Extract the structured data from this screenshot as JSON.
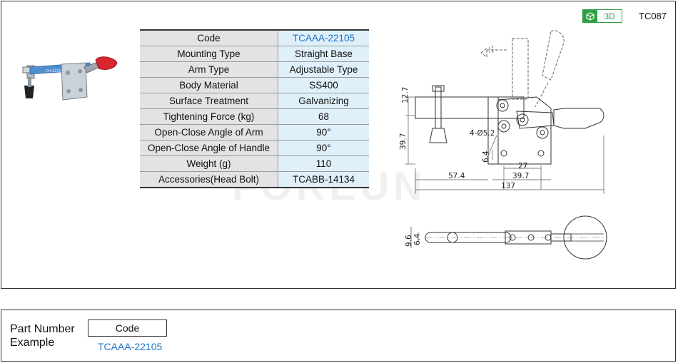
{
  "header": {
    "view3d_label": "3D",
    "series_code": "TC087"
  },
  "specs": [
    {
      "key": "Code",
      "value": "TCAAA-22105"
    },
    {
      "key": "Mounting Type",
      "value": "Straight Base"
    },
    {
      "key": "Arm Type",
      "value": "Adjustable Type"
    },
    {
      "key": "Body Material",
      "value": "SS400"
    },
    {
      "key": "Surface Treatment",
      "value": "Galvanizing"
    },
    {
      "key": "Tightening Force (kg)",
      "value": "68"
    },
    {
      "key": "Open-Close Angle of Arm",
      "value": "90°"
    },
    {
      "key": "Open-Close  Angle of Handle",
      "value": "90°"
    },
    {
      "key": "Weight (g)",
      "value": "110"
    },
    {
      "key": "Accessories(Head Bolt)",
      "value": "TCABB-14134"
    }
  ],
  "drawing": {
    "dims": {
      "h12_7": "12.7",
      "h39_7": "39.7",
      "holes": "4-Ø5.2",
      "h6_4": "6.4",
      "w27": "27",
      "w39_7": "39.7",
      "w57_4": "57.4",
      "w137": "137",
      "t9_6": "9.6",
      "t6_4": "6.4"
    },
    "product_label": "CH-22105"
  },
  "watermark": "FOREUN",
  "part_number": {
    "label_line1": "Part Number",
    "label_line2": "Example",
    "box_label": "Code",
    "example_code": "TCAAA-22105"
  },
  "colors": {
    "accent_green": "#2ea043",
    "link_blue": "#1a73c8",
    "key_bg": "#e3e3e3",
    "value_bg": "#dff0fb",
    "handle_red": "#d8262e"
  }
}
